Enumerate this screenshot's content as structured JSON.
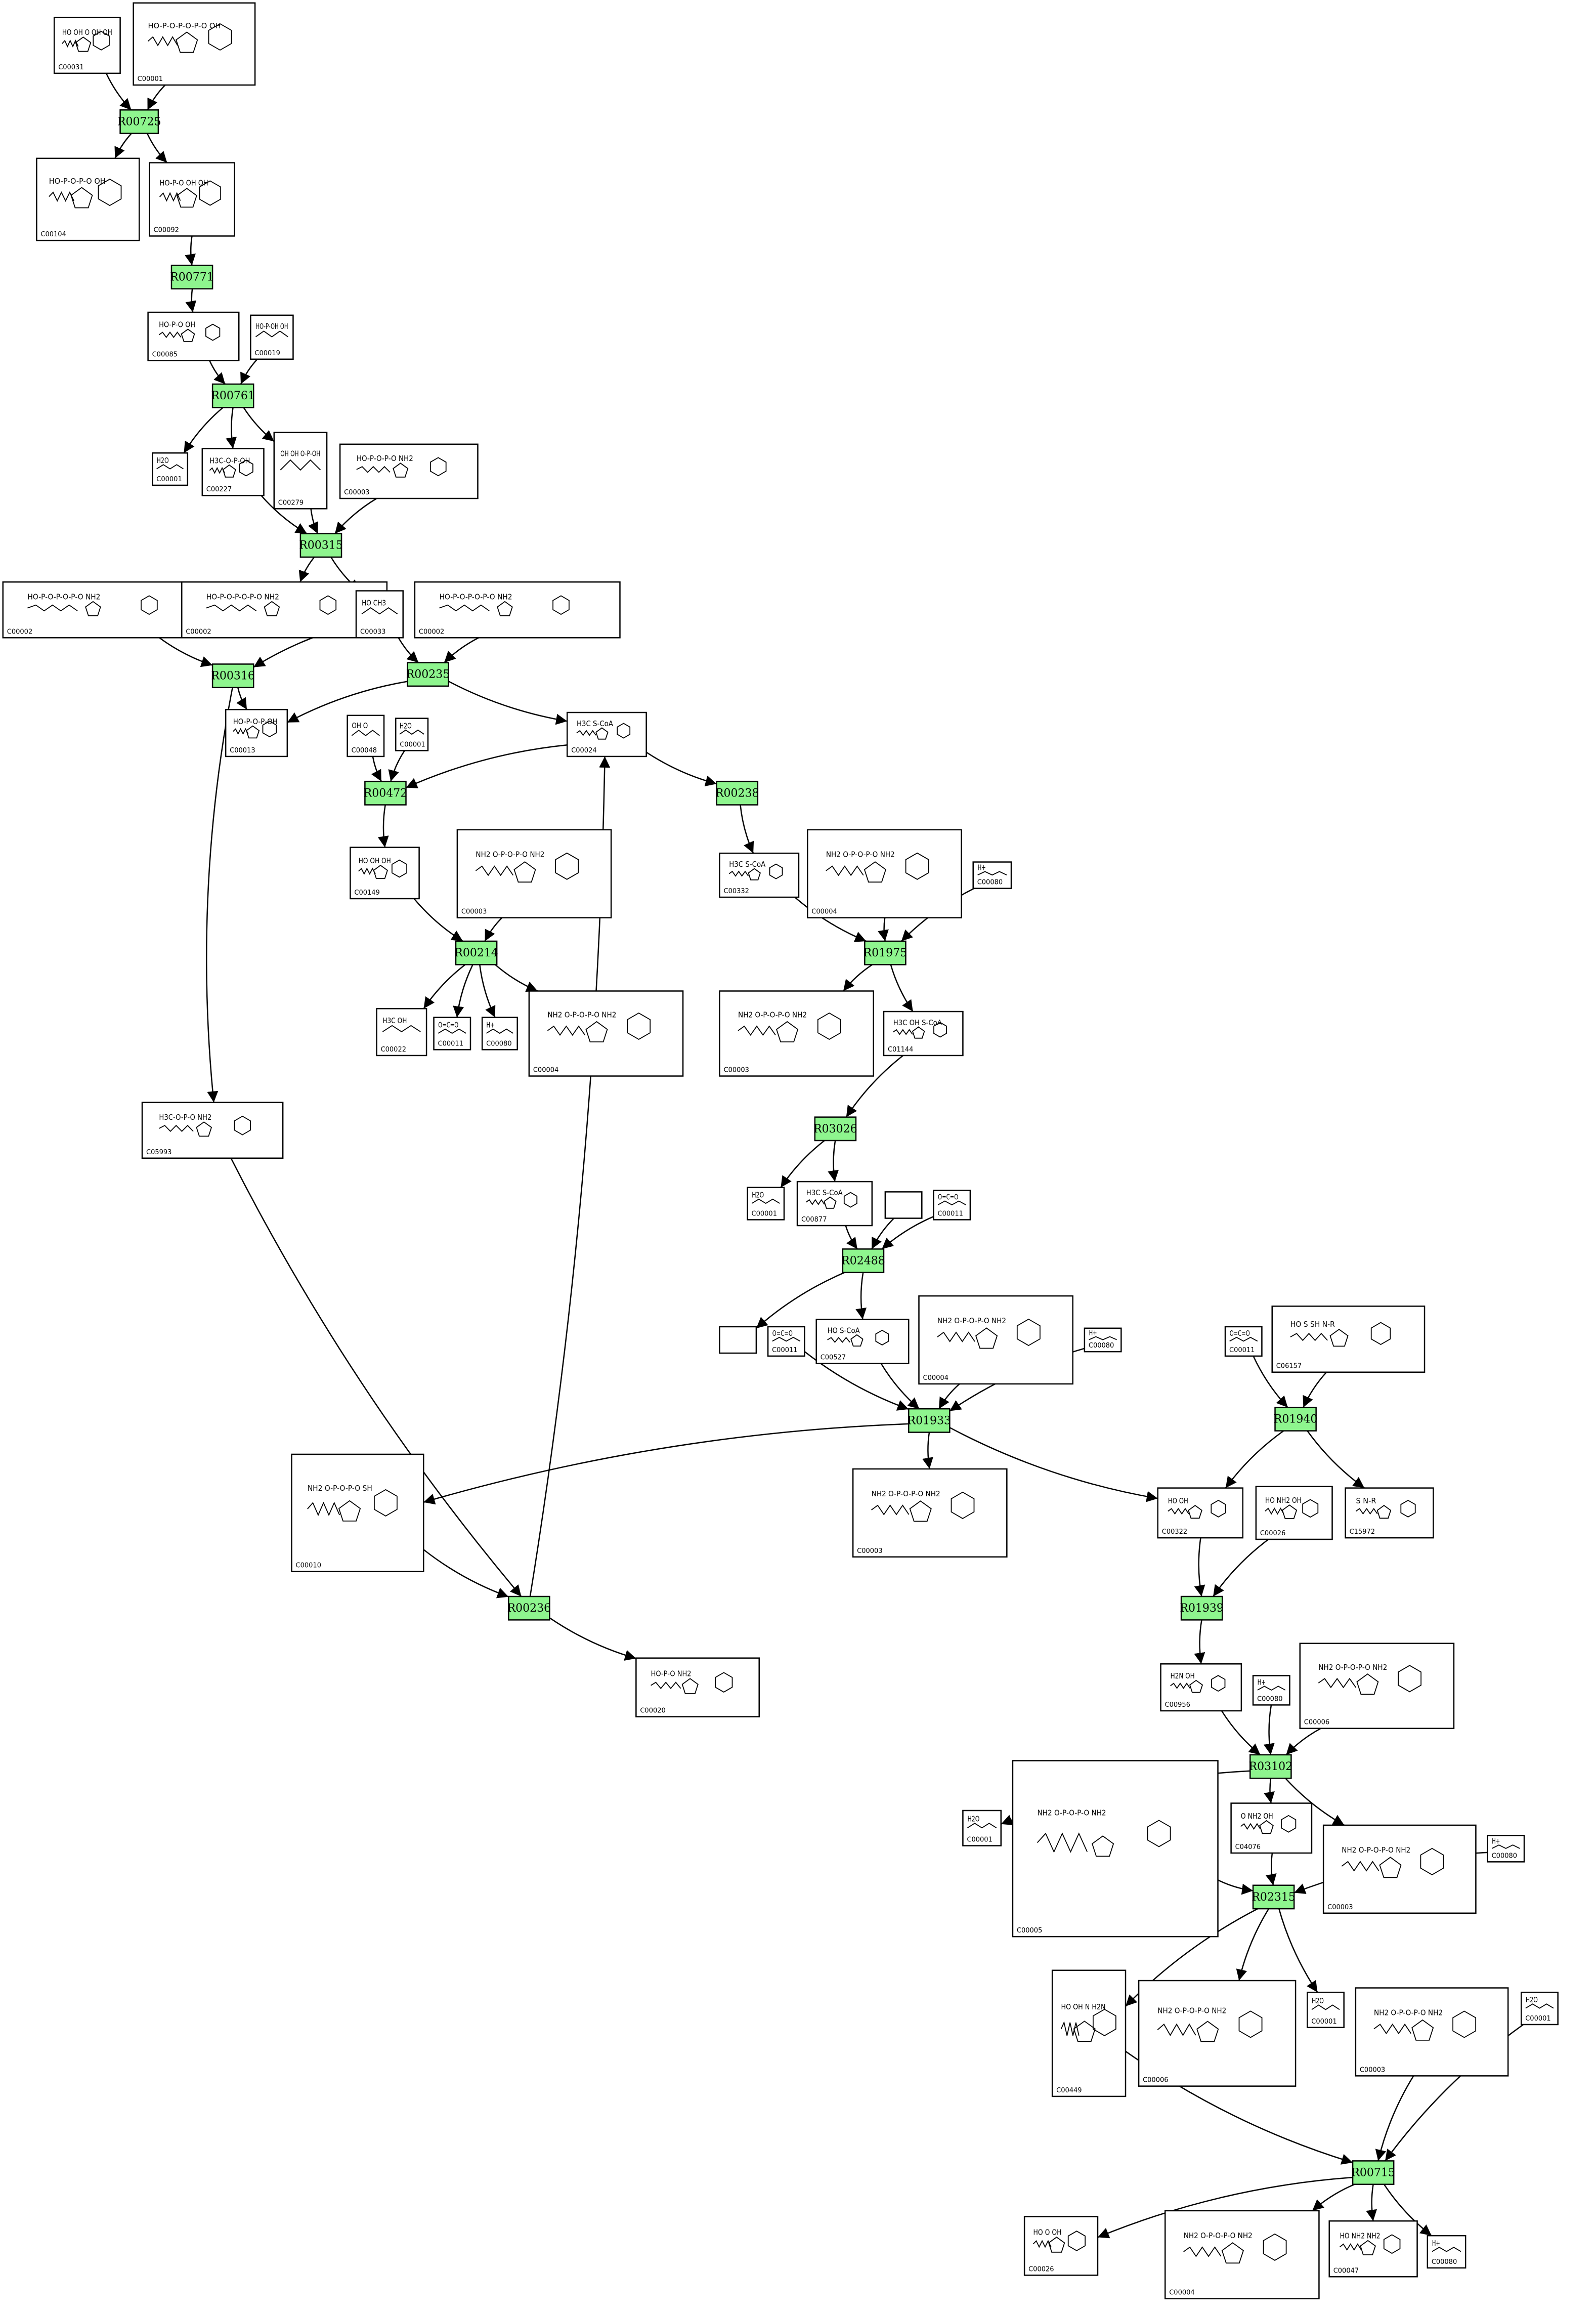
{
  "colors": {
    "reaction_fill": "#8ef58e",
    "stroke": "#000000",
    "background": "#ffffff"
  },
  "compounds": [
    {
      "id": "c1",
      "label": "C00031",
      "formula": "HO OH O OH OH"
    },
    {
      "id": "c2",
      "label": "C00001",
      "formula": "HO-P-O-P-O-P-O  OH"
    },
    {
      "id": "c3",
      "label": "C00104",
      "formula": "HO-P-O-P-O  OH"
    },
    {
      "id": "c4",
      "label": "C00092",
      "formula": "HO-P-O OH OH"
    },
    {
      "id": "c5",
      "label": "C00085",
      "formula": "HO-P-O OH"
    },
    {
      "id": "c6",
      "label": "C00019",
      "formula": "HO-P-OH OH"
    },
    {
      "id": "c7",
      "label": "C00001",
      "formula": "H2O"
    },
    {
      "id": "c8",
      "label": "C00227",
      "formula": "H3C-O-P-OH"
    },
    {
      "id": "c9",
      "label": "C00279",
      "formula": "OH OH O-P-OH"
    },
    {
      "id": "c10",
      "label": "C00003",
      "formula": "HO-P-O-P-O NH2"
    },
    {
      "id": "c11",
      "label": "C00002",
      "formula": "HO-P-O-P-O-P-O NH2"
    },
    {
      "id": "c12",
      "label": "C00002",
      "formula": "HO-P-O-P-O-P-O NH2"
    },
    {
      "id": "c13",
      "label": "C00033",
      "formula": "HO CH3"
    },
    {
      "id": "c14",
      "label": "C00002",
      "formula": "HO-P-O-P-O-P-O NH2"
    },
    {
      "id": "c15",
      "label": "C00013",
      "formula": "HO-P-O-P-OH"
    },
    {
      "id": "c16",
      "label": "C00048",
      "formula": "OH O"
    },
    {
      "id": "c17",
      "label": "C00001",
      "formula": "H2O"
    },
    {
      "id": "c18",
      "label": "C00024",
      "formula": "H3C S-CoA"
    },
    {
      "id": "c19",
      "label": "C00149",
      "formula": "HO OH OH"
    },
    {
      "id": "c20",
      "label": "C00003",
      "formula": "NH2 O-P-O-P-O NH2"
    },
    {
      "id": "c21",
      "label": "C00332",
      "formula": "H3C S-CoA"
    },
    {
      "id": "c22",
      "label": "C00004",
      "formula": "NH2 O-P-O-P-O NH2"
    },
    {
      "id": "c23",
      "label": "C00080",
      "formula": "H+"
    },
    {
      "id": "c24",
      "label": "C00022",
      "formula": "H3C OH"
    },
    {
      "id": "c25",
      "label": "C00011",
      "formula": "O=C=O"
    },
    {
      "id": "c26",
      "label": "C00080",
      "formula": "H+"
    },
    {
      "id": "c27",
      "label": "C00004",
      "formula": "NH2 O-P-O-P-O NH2"
    },
    {
      "id": "c28",
      "label": "C00003",
      "formula": "NH2 O-P-O-P-O NH2"
    },
    {
      "id": "c29",
      "label": "C01144",
      "formula": "H3C OH S-CoA"
    },
    {
      "id": "c30",
      "label": "C05993",
      "formula": "H3C-O-P-O NH2"
    },
    {
      "id": "c31",
      "label": "C00001",
      "formula": "H2O"
    },
    {
      "id": "c32",
      "label": "C00877",
      "formula": "H3C S-CoA"
    },
    {
      "id": "c33",
      "label": "",
      "formula": ""
    },
    {
      "id": "c34",
      "label": "C00011",
      "formula": "O=C=O"
    },
    {
      "id": "c35",
      "label": "",
      "formula": ""
    },
    {
      "id": "c36",
      "label": "C00011",
      "formula": "O=C=O"
    },
    {
      "id": "c37",
      "label": "C00527",
      "formula": "HO S-CoA"
    },
    {
      "id": "c38",
      "label": "C00004",
      "formula": "NH2 O-P-O-P-O NH2"
    },
    {
      "id": "c39",
      "label": "C00080",
      "formula": "H+"
    },
    {
      "id": "c40",
      "label": "C00011",
      "formula": "O=C=O"
    },
    {
      "id": "c41",
      "label": "C06157",
      "formula": "HO S SH N-R"
    },
    {
      "id": "c42",
      "label": "C00010",
      "formula": "NH2 O-P-O-P-O SH"
    },
    {
      "id": "c43",
      "label": "C00003",
      "formula": "NH2 O-P-O-P-O NH2"
    },
    {
      "id": "c44",
      "label": "C00322",
      "formula": "HO OH"
    },
    {
      "id": "c45",
      "label": "C00026",
      "formula": "HO NH2 OH"
    },
    {
      "id": "c46",
      "label": "C15972",
      "formula": "S N-R"
    },
    {
      "id": "c47",
      "label": "C00020",
      "formula": "HO-P-O NH2"
    },
    {
      "id": "c48",
      "label": "C00956",
      "formula": "H2N OH"
    },
    {
      "id": "c49",
      "label": "C00080",
      "formula": "H+"
    },
    {
      "id": "c50",
      "label": "C00006",
      "formula": "NH2 O-P-O-P-O NH2"
    },
    {
      "id": "c51",
      "label": "C00001",
      "formula": "H2O"
    },
    {
      "id": "c52",
      "label": "C00005",
      "formula": "NH2 O-P-O-P-O NH2"
    },
    {
      "id": "c53",
      "label": "C04076",
      "formula": "O NH2 OH"
    },
    {
      "id": "c54",
      "label": "C00003",
      "formula": "NH2 O-P-O-P-O NH2"
    },
    {
      "id": "c55",
      "label": "C00080",
      "formula": "H+"
    },
    {
      "id": "c56",
      "label": "C00449",
      "formula": "HO OH N H2N"
    },
    {
      "id": "c57",
      "label": "C00006",
      "formula": "NH2 O-P-O-P-O NH2"
    },
    {
      "id": "c58",
      "label": "C00001",
      "formula": "H2O"
    },
    {
      "id": "c59",
      "label": "C00003",
      "formula": "NH2 O-P-O-P-O NH2"
    },
    {
      "id": "c60",
      "label": "C00001",
      "formula": "H2O"
    },
    {
      "id": "c61",
      "label": "C00026",
      "formula": "HO O OH"
    },
    {
      "id": "c62",
      "label": "C00004",
      "formula": "NH2 O-P-O-P-O NH2"
    },
    {
      "id": "c63",
      "label": "C00047",
      "formula": "HO NH2 NH2"
    },
    {
      "id": "c64",
      "label": "C00080",
      "formula": "H+"
    }
  ],
  "reactions": [
    {
      "id": "r1",
      "label": "R00725"
    },
    {
      "id": "r2",
      "label": "R00771"
    },
    {
      "id": "r3",
      "label": "R00761"
    },
    {
      "id": "r4",
      "label": "R00315"
    },
    {
      "id": "r5",
      "label": "R00316"
    },
    {
      "id": "r6",
      "label": "R00235"
    },
    {
      "id": "r7",
      "label": "R00472"
    },
    {
      "id": "r8",
      "label": "R00238"
    },
    {
      "id": "r9",
      "label": "R00214"
    },
    {
      "id": "r10",
      "label": "R01975"
    },
    {
      "id": "r11",
      "label": "R03026"
    },
    {
      "id": "r12",
      "label": "R02488"
    },
    {
      "id": "r13",
      "label": "R01933"
    },
    {
      "id": "r14",
      "label": "R01940"
    },
    {
      "id": "r15",
      "label": "R00236"
    },
    {
      "id": "r16",
      "label": "R01939"
    },
    {
      "id": "r17",
      "label": "R03102"
    },
    {
      "id": "r18",
      "label": "R02315"
    },
    {
      "id": "r19",
      "label": "R00715"
    }
  ],
  "edges": [
    [
      "c1",
      "r1"
    ],
    [
      "c2",
      "r1"
    ],
    [
      "r1",
      "c3"
    ],
    [
      "r1",
      "c4"
    ],
    [
      "c4",
      "r2"
    ],
    [
      "r2",
      "c5"
    ],
    [
      "c5",
      "r3"
    ],
    [
      "c6",
      "r3"
    ],
    [
      "r3",
      "c7"
    ],
    [
      "r3",
      "c8"
    ],
    [
      "r3",
      "c9"
    ],
    [
      "c8",
      "r4"
    ],
    [
      "c9",
      "r4"
    ],
    [
      "c10",
      "r4"
    ],
    [
      "r4",
      "c12"
    ],
    [
      "r4",
      "c13"
    ],
    [
      "c11",
      "r5"
    ],
    [
      "c13",
      "r5"
    ],
    [
      "c13",
      "r6"
    ],
    [
      "c14",
      "r6"
    ],
    [
      "r5",
      "c15"
    ],
    [
      "r6",
      "c15"
    ],
    [
      "r6",
      "c18"
    ],
    [
      "c16",
      "r7"
    ],
    [
      "c17",
      "r7"
    ],
    [
      "c18",
      "r7"
    ],
    [
      "c18",
      "r8"
    ],
    [
      "r7",
      "c19"
    ],
    [
      "r8",
      "c21"
    ],
    [
      "c19",
      "r9"
    ],
    [
      "c20",
      "r9"
    ],
    [
      "r9",
      "c24"
    ],
    [
      "r9",
      "c25"
    ],
    [
      "r9",
      "c26"
    ],
    [
      "r9",
      "c27"
    ],
    [
      "c21",
      "r10"
    ],
    [
      "c22",
      "r10"
    ],
    [
      "c23",
      "r10"
    ],
    [
      "r10",
      "c28"
    ],
    [
      "r10",
      "c29"
    ],
    [
      "c29",
      "r11"
    ],
    [
      "r11",
      "c31"
    ],
    [
      "r11",
      "c32"
    ],
    [
      "c32",
      "r12"
    ],
    [
      "c33",
      "r12"
    ],
    [
      "c34",
      "r12"
    ],
    [
      "r12",
      "c35"
    ],
    [
      "r12",
      "c37"
    ],
    [
      "c36",
      "r13"
    ],
    [
      "c37",
      "r13"
    ],
    [
      "c38",
      "r13"
    ],
    [
      "c39",
      "r13"
    ],
    [
      "r13",
      "c42"
    ],
    [
      "r13",
      "c43"
    ],
    [
      "r13",
      "c44"
    ],
    [
      "c40",
      "r14"
    ],
    [
      "c41",
      "r14"
    ],
    [
      "r14",
      "c44"
    ],
    [
      "r14",
      "c46"
    ],
    [
      "r5",
      "c30"
    ],
    [
      "c30",
      "r15"
    ],
    [
      "c42",
      "r15"
    ],
    [
      "r15",
      "c47"
    ],
    [
      "r15",
      "c18"
    ],
    [
      "c44",
      "r16"
    ],
    [
      "c45",
      "r16"
    ],
    [
      "r16",
      "c48"
    ],
    [
      "c48",
      "r17"
    ],
    [
      "c49",
      "r17"
    ],
    [
      "c50",
      "r17"
    ],
    [
      "r17",
      "c51"
    ],
    [
      "r17",
      "c53"
    ],
    [
      "r17",
      "c54"
    ],
    [
      "c52",
      "r18"
    ],
    [
      "c53",
      "r18"
    ],
    [
      "c55",
      "r18"
    ],
    [
      "r18",
      "c56"
    ],
    [
      "r18",
      "c57"
    ],
    [
      "r18",
      "c58"
    ],
    [
      "c56",
      "r19"
    ],
    [
      "c59",
      "r19"
    ],
    [
      "c60",
      "r19"
    ],
    [
      "r19",
      "c61"
    ],
    [
      "r19",
      "c62"
    ],
    [
      "r19",
      "c63"
    ],
    [
      "r19",
      "c64"
    ]
  ]
}
